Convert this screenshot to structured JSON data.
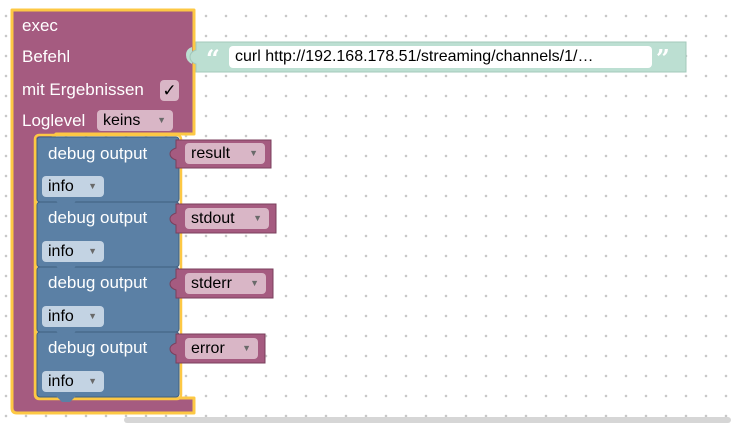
{
  "exec_block": {
    "title": "exec",
    "befehl_label": "Befehl",
    "mit_ergebnissen_label": "mit Ergebnissen",
    "checkbox_mark": "✓",
    "loglevel_label": "Loglevel",
    "loglevel_value": "keins"
  },
  "command_string": {
    "open_quote": "“",
    "value": "curl http://192.168.178.51/streaming/channels/1/…",
    "close_quote": "”"
  },
  "debug_blocks": [
    {
      "label": "debug output",
      "variable": "result",
      "level": "info"
    },
    {
      "label": "debug output",
      "variable": "stdout",
      "level": "info"
    },
    {
      "label": "debug output",
      "variable": "stderr",
      "level": "info"
    },
    {
      "label": "debug output",
      "variable": "error",
      "level": "info"
    }
  ],
  "colors": {
    "exec_block": "#a55b80",
    "selection_outline": "#fdc844",
    "debug_block": "#5b80a5",
    "variable_block": "#a55b80",
    "text_block": "#bcdfd2",
    "dropdown_pink": "#d9b6c6",
    "dropdown_blue": "#c3d3e3"
  }
}
